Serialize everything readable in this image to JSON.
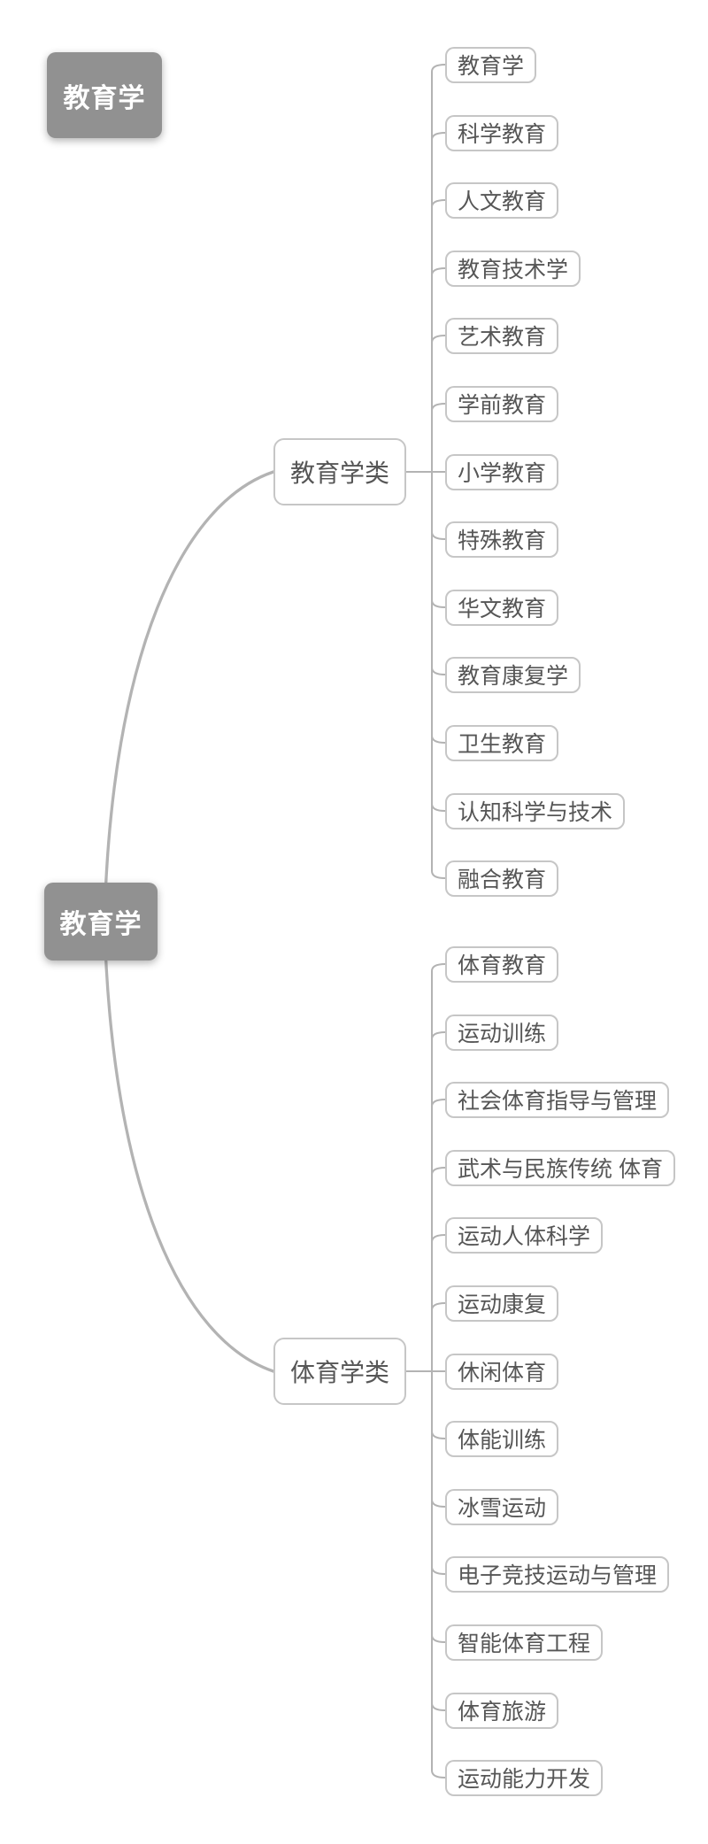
{
  "diagram": {
    "title_node": {
      "label": "教育学"
    },
    "root_node": {
      "label": "教育学"
    },
    "branches": [
      {
        "label": "教育学类",
        "children": [
          "教育学",
          "科学教育",
          "人文教育",
          "教育技术学",
          "艺术教育",
          "学前教育",
          "小学教育",
          "特殊教育",
          "华文教育",
          "教育康复学",
          "卫生教育",
          "认知科学与技术",
          "融合教育"
        ]
      },
      {
        "label": "体育学类",
        "children": [
          "体育教育",
          "运动训练",
          "社会体育指导与管理",
          "武术与民族传统 体育",
          "运动人体科学",
          "运动康复",
          "休闲体育",
          "体能训练",
          "冰雪运动",
          "电子竞技运动与管理",
          "智能体育工程",
          "体育旅游",
          "运动能力开发"
        ]
      }
    ],
    "colors": {
      "background": "#ffffff",
      "root_fill": "#919191",
      "root_text": "#ffffff",
      "node_border": "#c6c6c6",
      "node_text": "#565656",
      "connector": "#b3b3b3"
    }
  }
}
